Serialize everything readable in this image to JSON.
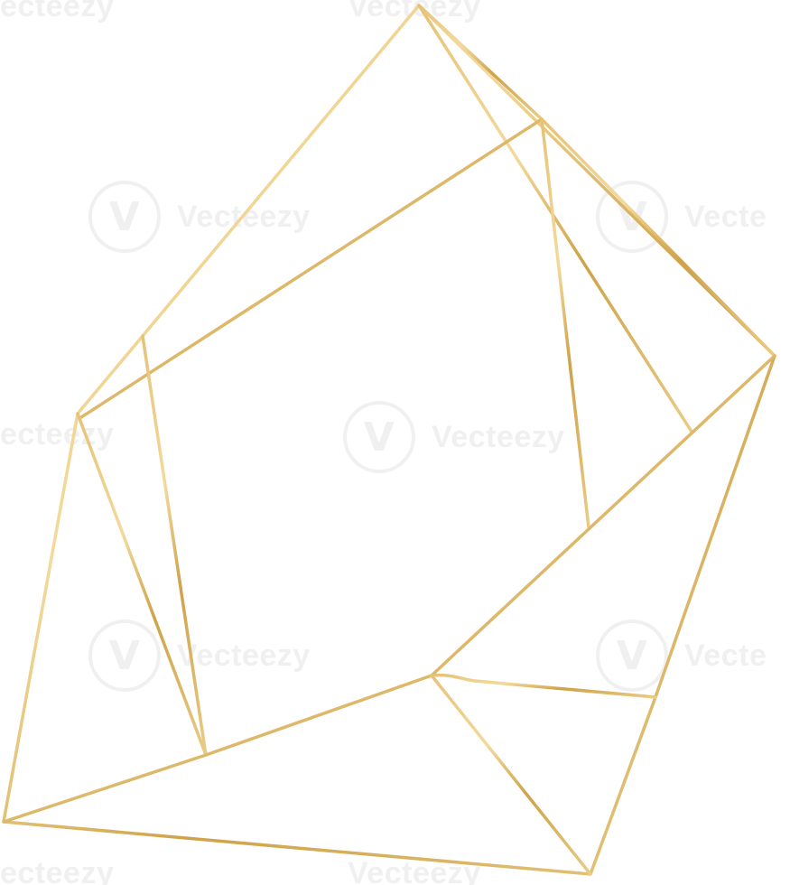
{
  "artwork": {
    "subject": "gold geometric polyhedron frame",
    "stroke_color": "#d9b25a",
    "stroke_highlight": "#f0d48e",
    "background": "#ffffff"
  },
  "watermark": {
    "text": "Vecteezy",
    "partial_text_top": "ecteezy",
    "partial_text_right": "Vecte",
    "logo_glyph": "V",
    "color": "#c8c8c8"
  }
}
